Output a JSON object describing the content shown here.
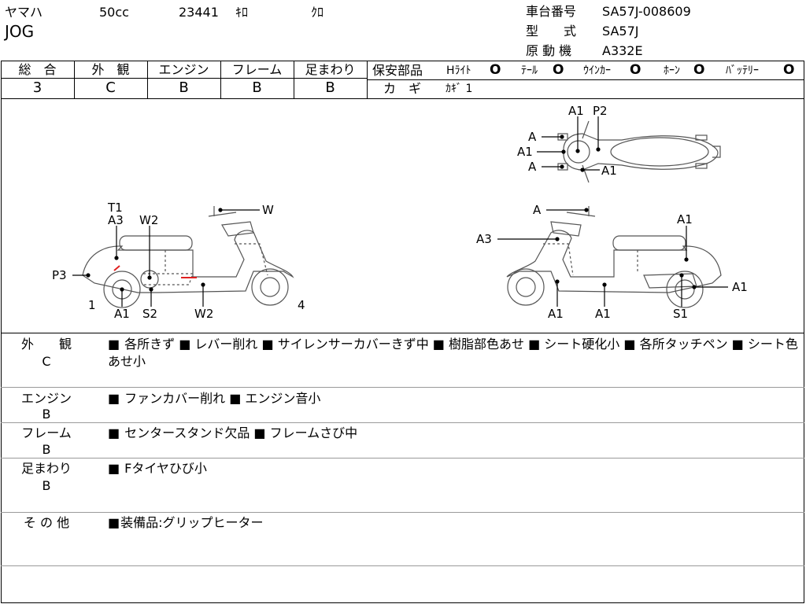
{
  "header": {
    "maker": "ヤマハ",
    "displacement": "50cc",
    "mileage": "23441",
    "mileage_unit": "ｷﾛ",
    "color": "ｸﾛ",
    "model": "JOG",
    "frame_no_label": "車台番号",
    "frame_no": "SA57J-008609",
    "type_label": "型　　式",
    "type": "SA57J",
    "engine_label": "原 動 機",
    "engine": "A332E"
  },
  "grades": {
    "headers": [
      "総　合",
      "外　観",
      "エンジン",
      "フレーム",
      "足まわり"
    ],
    "values": [
      "3",
      "C",
      "B",
      "B",
      "B"
    ]
  },
  "safety": {
    "label": "保安部品",
    "items": [
      {
        "name": "Hﾗｲﾄ",
        "mark": "O"
      },
      {
        "name": "ﾃｰﾙ",
        "mark": "O"
      },
      {
        "name": "ｳｲﾝｶｰ",
        "mark": "O"
      },
      {
        "name": "ﾎｰﾝ",
        "mark": "O"
      },
      {
        "name": "ﾊﾞｯﾃﾘｰ",
        "mark": "O"
      }
    ],
    "key_label": "カ　ギ",
    "key_value": "ｶｷﾞ 1"
  },
  "diagram_labels": {
    "top": {
      "a1": "A1",
      "p2": "P2",
      "a_1": "A",
      "a1_2": "A1",
      "a_2": "A",
      "a1_3": "A1"
    },
    "left": {
      "t1": "T1",
      "a3": "A3",
      "w2_top": "W2",
      "w": "W",
      "p3": "P3",
      "n1": "1",
      "a1": "A1",
      "s2": "S2",
      "w2_bottom": "W2",
      "n4": "4"
    },
    "right": {
      "a": "A",
      "a3": "A3",
      "a1_top": "A1",
      "a1_right": "A1",
      "a1_b1": "A1",
      "a1_b2": "A1",
      "s1": "S1"
    }
  },
  "conditions": [
    {
      "label1": "外　　観",
      "label2": "C",
      "text": "各所きず ■ レバー削れ ■ サイレンサーカバーきず中 ■ 樹脂部色あせ ■ シート硬化小 ■ 各所タッチペン ■ シート色あせ小"
    },
    {
      "label1": "エンジン",
      "label2": "B",
      "text": "ファンカバー削れ ■ エンジン音小"
    },
    {
      "label1": "フレーム",
      "label2": "B",
      "text": "センタースタンド欠品 ■ フレームさび中"
    },
    {
      "label1": "足まわり",
      "label2": "B",
      "text": "Fタイヤひび小"
    },
    {
      "label1": "そ の 他",
      "label2": "",
      "text": "装備品:グリップヒーター"
    }
  ],
  "bullet": "■"
}
